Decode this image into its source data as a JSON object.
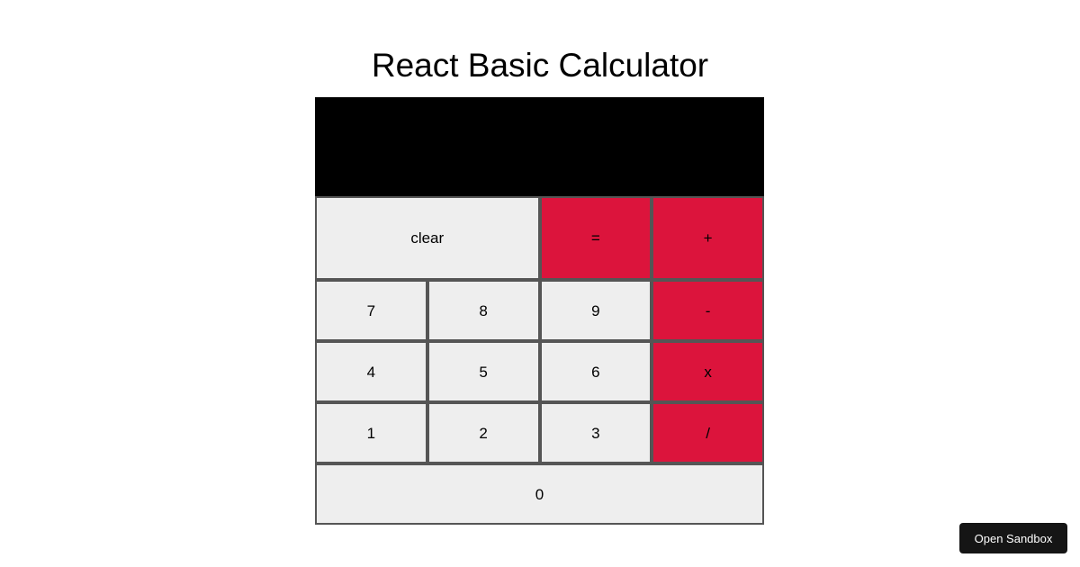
{
  "page": {
    "title": "React Basic Calculator",
    "background_color": "#ffffff"
  },
  "calculator": {
    "display": {
      "value": "",
      "background_color": "#000000"
    },
    "colors": {
      "number_key": "#eeeeee",
      "operator_key": "#dc143c",
      "key_border": "#555555",
      "key_text": "#000000"
    },
    "keys": {
      "clear": "clear",
      "equals": "=",
      "plus": "+",
      "seven": "7",
      "eight": "8",
      "nine": "9",
      "minus": "-",
      "four": "4",
      "five": "5",
      "six": "6",
      "multiply": "x",
      "one": "1",
      "two": "2",
      "three": "3",
      "divide": "/",
      "zero": "0"
    }
  },
  "overlay": {
    "open_sandbox_label": "Open Sandbox"
  }
}
